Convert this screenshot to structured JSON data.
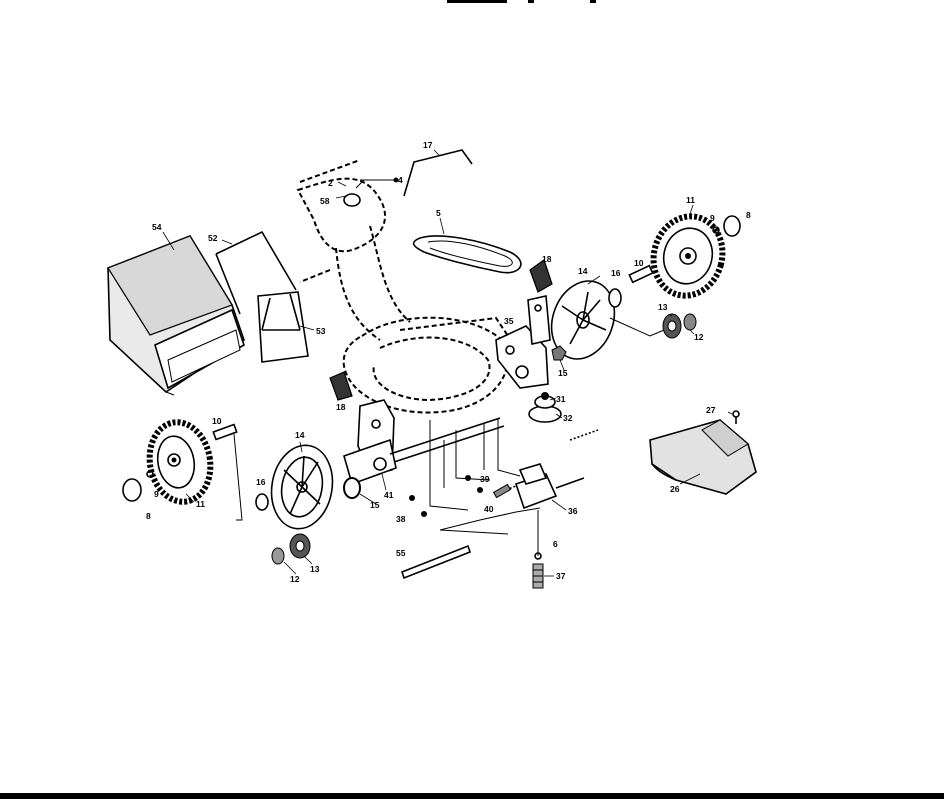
{
  "callouts": {
    "c17": "17",
    "c2": "2",
    "c4": "4",
    "c58": "58",
    "c5": "5",
    "c54": "54",
    "c52": "52",
    "c53": "53",
    "c18a": "18",
    "c11a": "11",
    "c9a": "9",
    "c8a": "8",
    "c14a": "14",
    "c16a": "16",
    "c10a": "10",
    "c13a": "13",
    "c12a": "12",
    "c35": "35",
    "c15a": "15",
    "c18b": "18",
    "c10b": "10",
    "c8b": "8",
    "c9b": "9",
    "c11b": "11",
    "c14b": "14",
    "c16b": "16",
    "c15b": "15",
    "c41": "41",
    "c12b": "12",
    "c13b": "13",
    "c31": "31",
    "c32": "32",
    "c27": "27",
    "c26": "26",
    "c38": "38",
    "c39": "39",
    "c40": "40",
    "c36": "36",
    "c6": "6",
    "c37": "37",
    "c55": "55"
  }
}
